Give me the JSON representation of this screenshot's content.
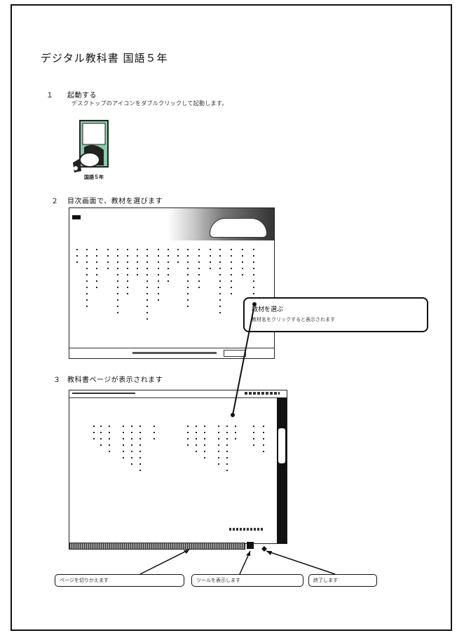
{
  "document": {
    "title": "デジタル教科書 国語５年"
  },
  "sections": [
    {
      "num": "１",
      "heading": "起動する",
      "desc": "デスクトップのアイコンをダブルクリックして起動します。"
    },
    {
      "num": "２",
      "heading": "目次画面で、教材を選びます",
      "desc": ""
    },
    {
      "num": "３",
      "heading": "教科書ページが表示されます",
      "desc": ""
    }
  ],
  "app_icon": {
    "name": "compass-icon",
    "label": "国語５年"
  },
  "callout": {
    "title": "教材を選ぶ",
    "desc": "教材名をクリックすると表示されます"
  },
  "bottom_labels": [
    "ページを切りかえます",
    "ツールを表示します",
    "終了します"
  ]
}
